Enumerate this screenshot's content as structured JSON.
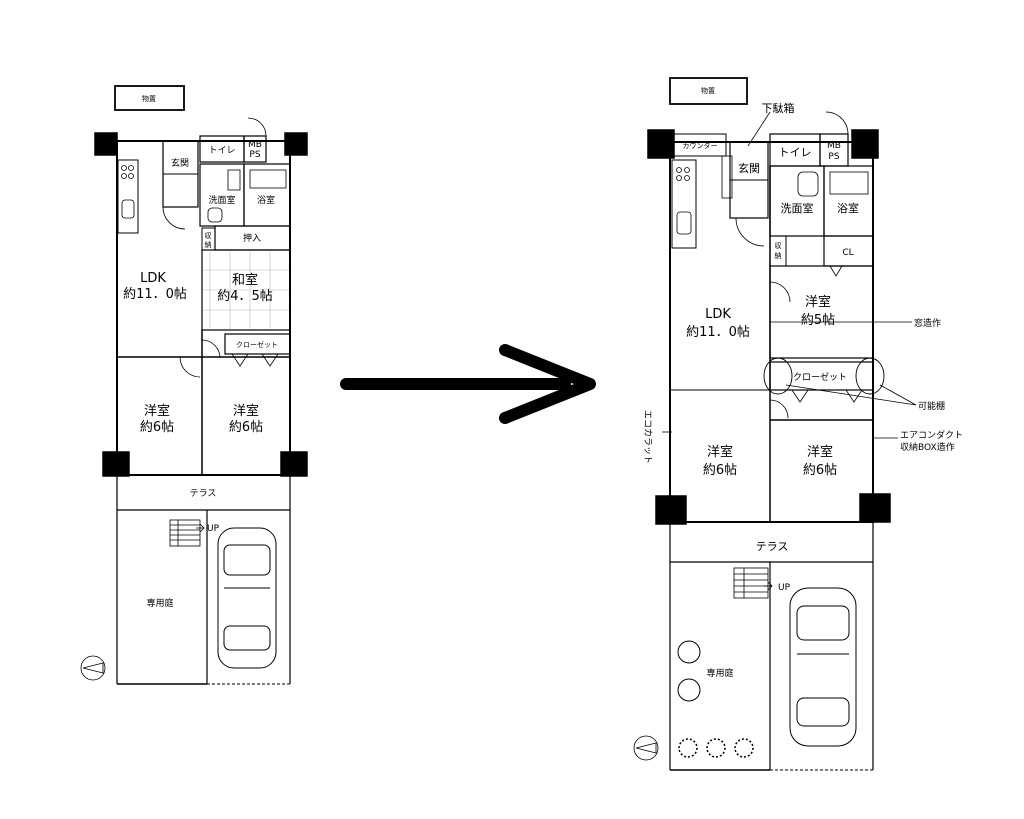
{
  "before": {
    "storage": "物置",
    "genkan": "玄関",
    "toilet": "トイレ",
    "mbps_1": "MB",
    "mbps_2": "PS",
    "washroom": "洗面室",
    "bath": "浴室",
    "shuno_1": "収",
    "shuno_2": "納",
    "oshiire": "押入",
    "ldk_1": "LDK",
    "ldk_2": "約11．0帖",
    "washitsu_1": "和室",
    "washitsu_2": "約4．5帖",
    "closet": "クローゼット",
    "yoshitsu_a_1": "洋室",
    "yoshitsu_a_2": "約6帖",
    "yoshitsu_b_1": "洋室",
    "yoshitsu_b_2": "約6帖",
    "terrace": "テラス",
    "up": "UP",
    "garden": "専用庭"
  },
  "after": {
    "storage": "物置",
    "geta": "下駄箱",
    "counter": "カウンター",
    "genkan": "玄関",
    "toilet": "トイレ",
    "mbps_1": "MB",
    "mbps_2": "PS",
    "washroom": "洗面室",
    "bath": "浴室",
    "shuno_1": "収",
    "shuno_2": "納",
    "cl": "CL",
    "ldk_1": "LDK",
    "ldk_2": "約11．0帖",
    "yoshitsu5_1": "洋室",
    "yoshitsu5_2": "約5帖",
    "window": "窓造作",
    "closet": "クローゼット",
    "kanodana": "可能棚",
    "ekocarat": "エコカラット",
    "yoshitsu_a_1": "洋室",
    "yoshitsu_a_2": "約6帖",
    "yoshitsu_b_1": "洋室",
    "yoshitsu_b_2": "約6帖",
    "aircon_1": "エアコンダクト",
    "aircon_2": "収納BOX造作",
    "terrace": "テラス",
    "up": "UP",
    "garden": "専用庭"
  }
}
